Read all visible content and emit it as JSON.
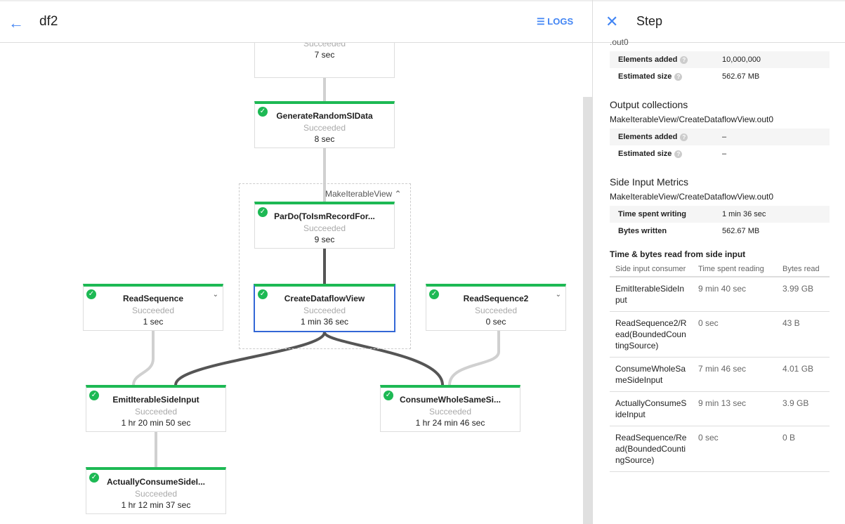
{
  "header": {
    "title": "df2",
    "logs_label": "LOGS"
  },
  "graph": {
    "group_label": "MakeIterableView",
    "nodes": [
      {
        "name": "",
        "status": "Succeeded",
        "duration": "7 sec"
      },
      {
        "name": "GenerateRandomSIData",
        "status": "Succeeded",
        "duration": "8 sec"
      },
      {
        "name": "ParDo(ToIsmRecordFor...",
        "status": "Succeeded",
        "duration": "9 sec"
      },
      {
        "name": "CreateDataflowView",
        "status": "Succeeded",
        "duration": "1 min 36 sec"
      },
      {
        "name": "ReadSequence",
        "status": "Succeeded",
        "duration": "1 sec"
      },
      {
        "name": "ReadSequence2",
        "status": "Succeeded",
        "duration": "0 sec"
      },
      {
        "name": "EmitIterableSideInput",
        "status": "Succeeded",
        "duration": "1 hr 20 min 50 sec"
      },
      {
        "name": "ConsumeWholeSameSi...",
        "status": "Succeeded",
        "duration": "1 hr 24 min 46 sec"
      },
      {
        "name": "ActuallyConsumeSideI...",
        "status": "Succeeded",
        "duration": "1 hr 12 min 37 sec"
      }
    ],
    "status_color": "#1db954",
    "selected_color": "#3367d6"
  },
  "panel": {
    "title": "Step",
    "input_path_tail": ".out0",
    "input_rows": [
      {
        "k": "Elements added",
        "v": "10,000,000"
      },
      {
        "k": "Estimated size",
        "v": "562.67 MB"
      }
    ],
    "output_title": "Output collections",
    "output_path": "MakeIterableView/CreateDataflowView.out0",
    "output_rows": [
      {
        "k": "Elements added",
        "v": "–"
      },
      {
        "k": "Estimated size",
        "v": "–"
      }
    ],
    "side_title": "Side Input Metrics",
    "side_path": "MakeIterableView/CreateDataflowView.out0",
    "side_rows": [
      {
        "k": "Time spent writing",
        "v": "1 min 36 sec"
      },
      {
        "k": "Bytes written",
        "v": "562.67 MB"
      }
    ],
    "table_title": "Time & bytes read from side input",
    "columns": [
      "Side input consumer",
      "Time spent reading",
      "Bytes read"
    ],
    "rows": [
      [
        "EmitIterableSideInput",
        "9 min 40 sec",
        "3.99 GB"
      ],
      [
        "ReadSequence2/Read(BoundedCountingSource)",
        "0 sec",
        "43 B"
      ],
      [
        "ConsumeWholeSameSideInput",
        "7 min 46 sec",
        "4.01 GB"
      ],
      [
        "ActuallyConsumeSideInput",
        "9 min 13 sec",
        "3.9 GB"
      ],
      [
        "ReadSequence/Read(BoundedCountingSource)",
        "0 sec",
        "0 B"
      ]
    ]
  }
}
